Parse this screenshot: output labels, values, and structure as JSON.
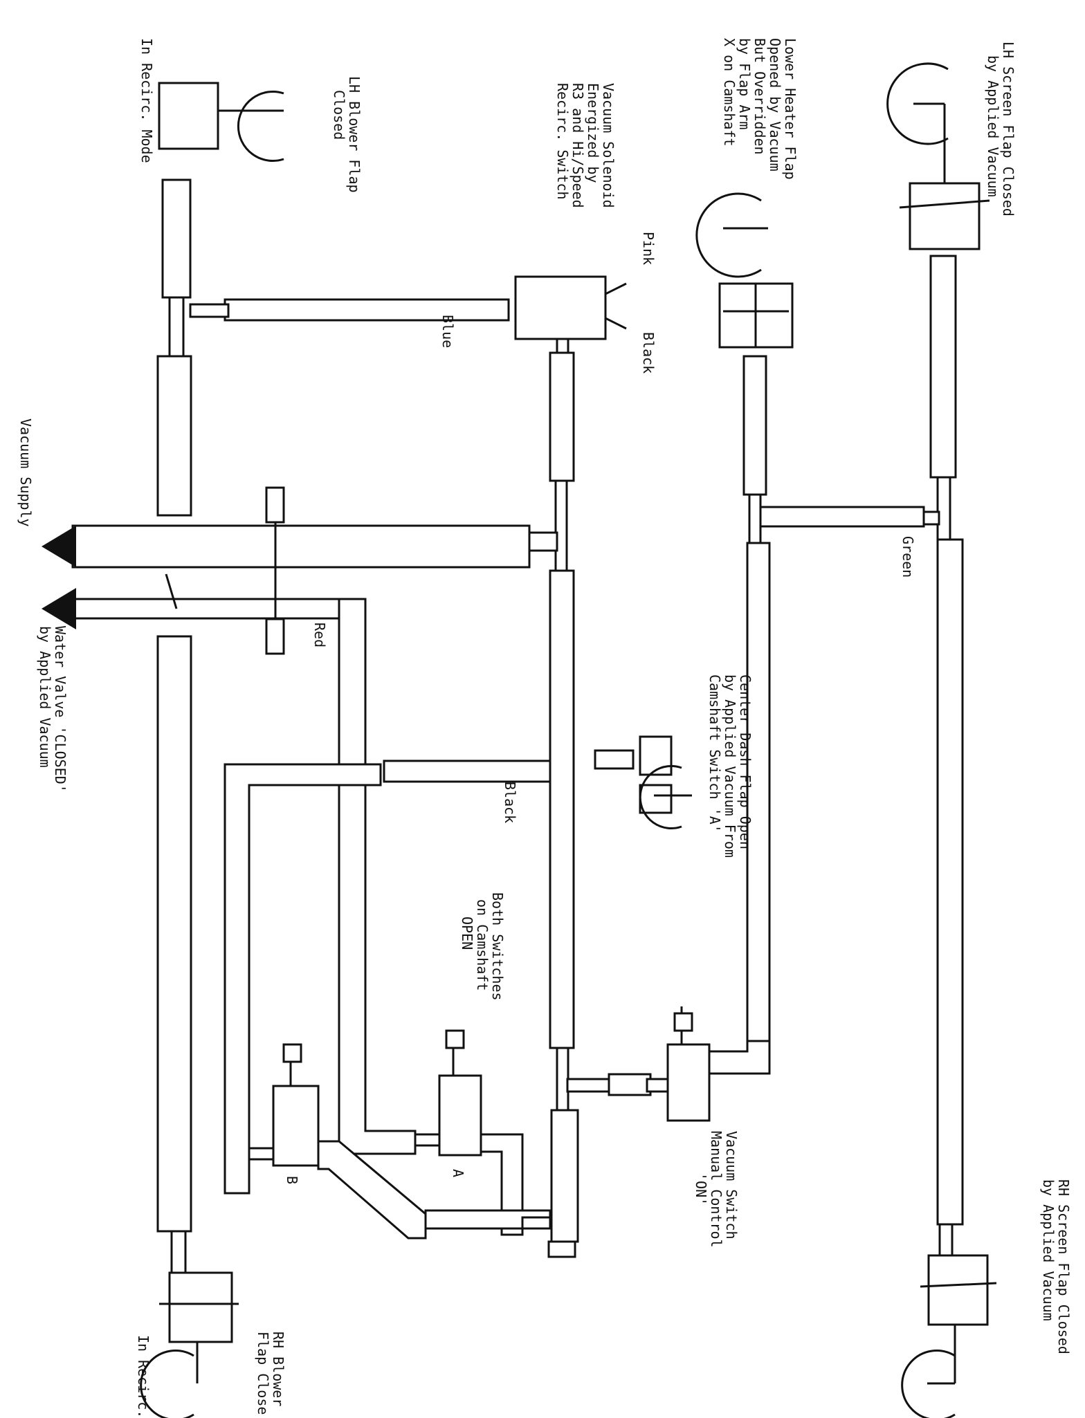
{
  "labels": {
    "lh_screen_flap": [
      "LH Screen Flap Closed",
      "by Applied Vacuum"
    ],
    "lower_heater_flap": [
      "Lower Heater Flap",
      "Opened by Vacuum",
      "But Overridden",
      "by Flap Arm",
      "X on Camshaft"
    ],
    "vacuum_solenoid": [
      "Vacuum Solenoid",
      "Energized by",
      "R3 and Hi/Speed",
      "Recirc. Switch"
    ],
    "lh_blower_flap": [
      "LH Blower Flap",
      "Closed"
    ],
    "in_recirc_mode_top": "In Recirc. Mode",
    "pink": "Pink",
    "black_top": "Black",
    "blue": "Blue",
    "green": "Green",
    "vacuum_supply": "Vacuum Supply",
    "water_valve": [
      "Water Valve 'CLOSED'",
      "by Applied Vacuum"
    ],
    "red": "Red",
    "center_dash_flap": [
      "Center Dash Flap Open",
      "by Applied Vacuum From",
      "Camshaft Switch 'A'"
    ],
    "black_mid": "Black",
    "both_switches": [
      "Both Switches",
      "on Camshaft",
      "OPEN"
    ],
    "vacuum_switch": [
      "Vacuum Switch",
      "Manual Control",
      "'ON'"
    ],
    "switch_a": "A",
    "switch_b": "B",
    "rh_screen_flap": [
      "RH Screen Flap Closed",
      "by Applied Vacuum"
    ],
    "rh_blower_flap": [
      "RH Blower",
      "Flap Close"
    ],
    "in_recirc_bottom": "In Recirc. M"
  }
}
